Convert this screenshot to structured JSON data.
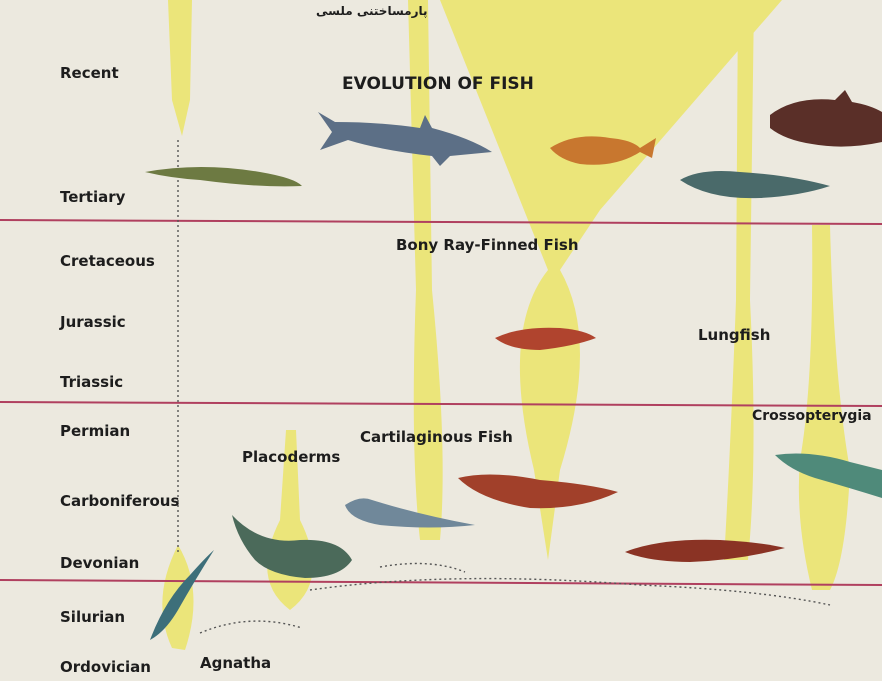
{
  "header": {
    "persian_caption": "پارمساختنی ملسی",
    "title": "EVOLUTION OF FISH"
  },
  "periods": [
    "Recent",
    "Tertiary",
    "Cretaceous",
    "Jurassic",
    "Triassic",
    "Permian",
    "Carboniferous",
    "Devonian",
    "Silurian",
    "Ordovician"
  ],
  "groups": {
    "bony": "Bony Ray-Finned Fish",
    "lungfish": "Lungfish",
    "crosso": "Crossopterygia",
    "cartilaginous": "Cartilaginous Fish",
    "placoderms": "Placoderms",
    "agnatha": "Agnatha"
  },
  "colors": {
    "background": "#ece9df",
    "lineage": "#ebe57a",
    "era_divider": "#b0405f",
    "text": "#1d1d1d"
  }
}
